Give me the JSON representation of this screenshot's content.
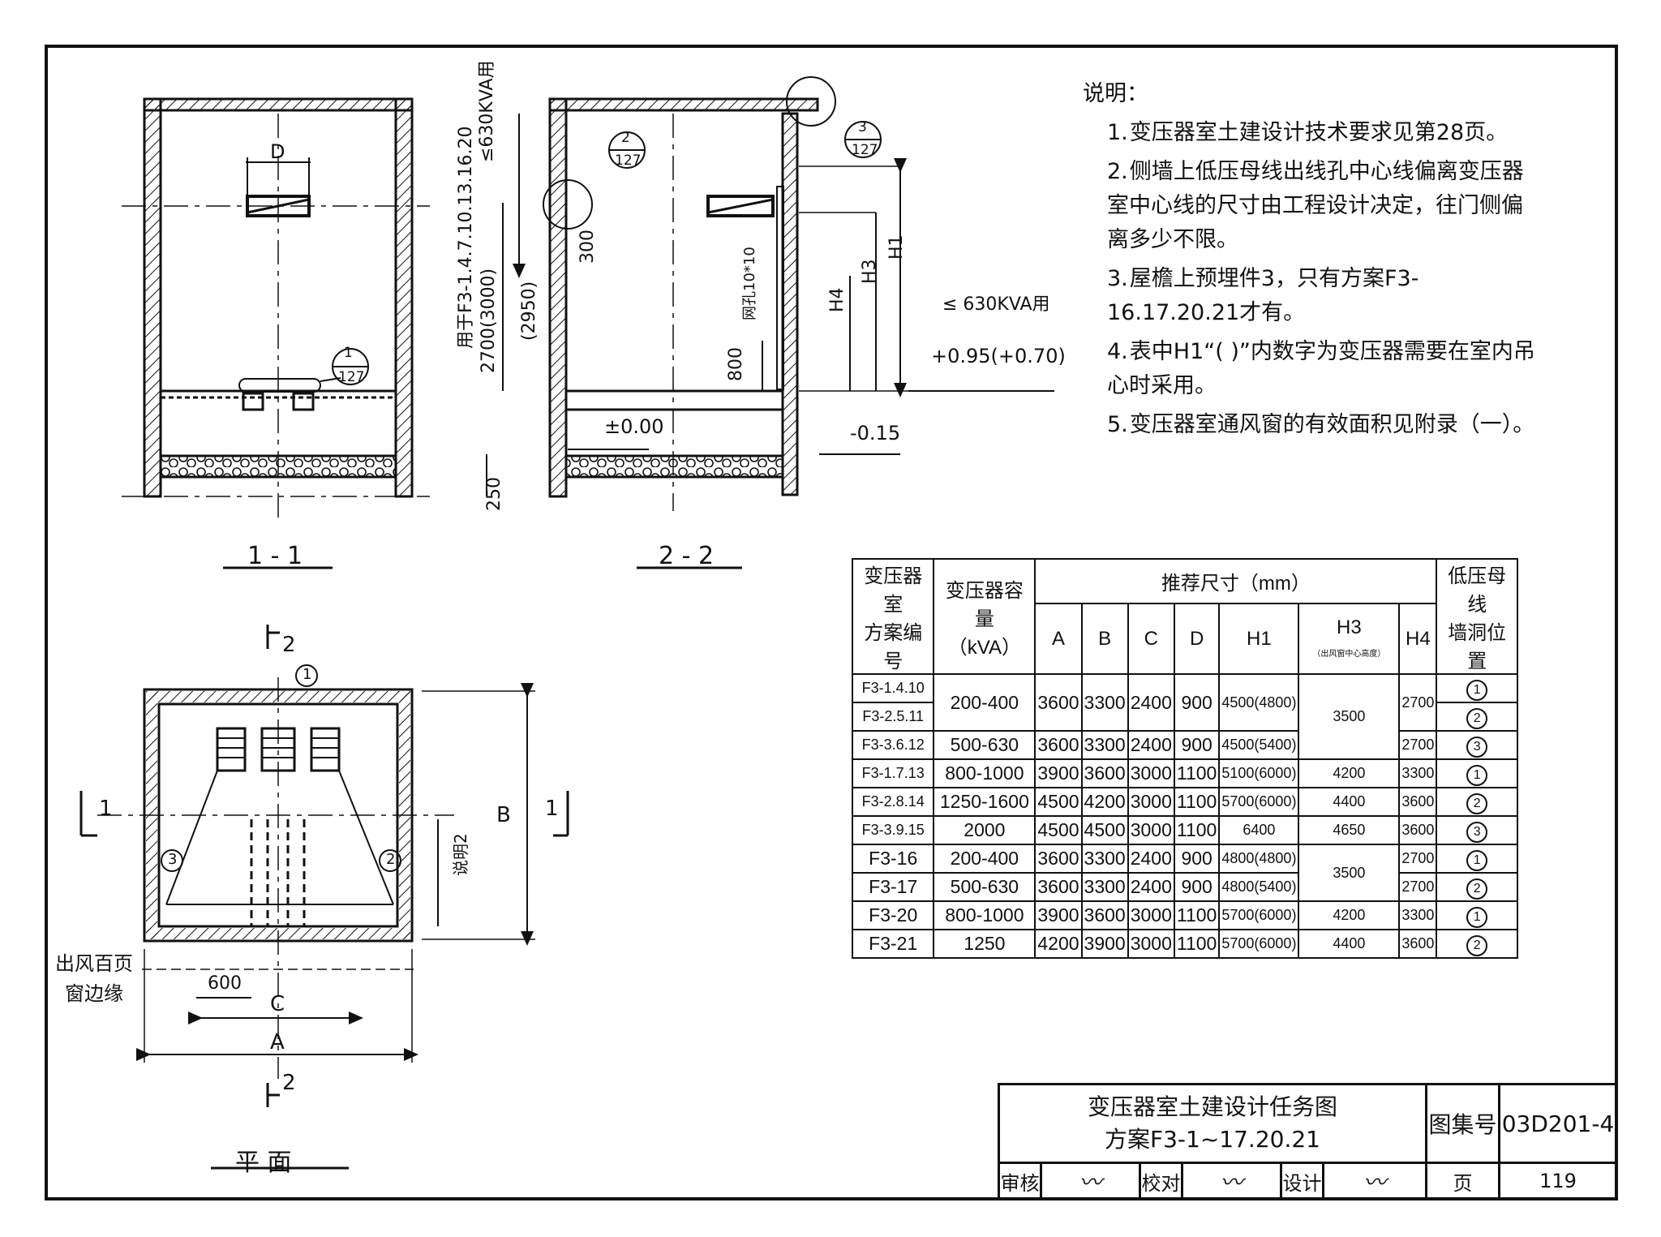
{
  "notes": {
    "heading": "说明：",
    "items": [
      {
        "num": "1.",
        "text": "变压器室土建设计技术要求见第28页。"
      },
      {
        "num": "2.",
        "text": "侧墙上低压母线出线孔中心线偏离变压器室中心线的尺寸由工程设计决定，往门侧偏离多少不限。"
      },
      {
        "num": "3.",
        "text": "屋檐上预埋件3，只有方案F3-16.17.20.21才有。"
      },
      {
        "num": "4.",
        "text": "表中H1“( )”内数字为变压器需要在室内吊心时采用。"
      },
      {
        "num": "5.",
        "text": "变压器室通风窗的有效面积见附录（一）。"
      }
    ]
  },
  "section11": {
    "title": "1 - 1",
    "dim_d": "D",
    "detail_num": "1",
    "detail_page": "127"
  },
  "section22": {
    "title": "2 - 2",
    "note_630": "≤630KVA用",
    "note_used_for": "用于F3-1.4.7.10.13.16.20",
    "dim_2700": "2700(3000)",
    "dim_2950": "(2950)",
    "dim_300": "300",
    "dim_800": "800",
    "dim_250": "250",
    "mesh": "网孔10*10",
    "h1": "H1",
    "h3": "H3",
    "h4": "H4",
    "level_000": "±0.00",
    "level_015": "-0.15",
    "level_095": "+0.95(+0.70)",
    "note_630_right": "≤ 630KVA用",
    "detail2_num": "2",
    "detail2_page": "127",
    "detail3_num": "3",
    "detail3_page": "127"
  },
  "plan": {
    "title": "平  面",
    "cut_1": "1",
    "cut_2": "2",
    "dim_a": "A",
    "dim_b": "B",
    "dim_c": "C",
    "dim_600": "600",
    "note2": "说明2",
    "outlet_label_1": "出风百页",
    "outlet_label_2": "窗边缘",
    "pos1": "1",
    "pos2": "2",
    "pos3": "3"
  },
  "table": {
    "headers": {
      "scheme": [
        "变压器室",
        "方案编号"
      ],
      "capacity": [
        "变压器容量",
        "（kVA）"
      ],
      "recommended": "推荐尺寸（mm）",
      "cols": [
        "A",
        "B",
        "C",
        "D",
        "H1",
        "H3",
        "H4"
      ],
      "h3_note": "（出风窗中心高度）",
      "lv": [
        "低压母线",
        "墙洞位置"
      ]
    },
    "rows": [
      {
        "scheme": "F3-1.4.10",
        "kva": "200-400",
        "a": "3600",
        "b": "3300",
        "c": "2400",
        "d": "900",
        "h1": "4500(4800)",
        "h3": "3500",
        "h4": "2700",
        "pos": "1"
      },
      {
        "scheme": "F3-2.5.11",
        "kva": "",
        "a": "",
        "b": "",
        "c": "",
        "d": "",
        "h1": "",
        "h3": "",
        "h4": "",
        "pos": "2"
      },
      {
        "scheme": "F3-3.6.12",
        "kva": "500-630",
        "a": "3600",
        "b": "3300",
        "c": "2400",
        "d": "900",
        "h1": "4500(5400)",
        "h3": "",
        "h4": "2700",
        "pos": "3"
      },
      {
        "scheme": "F3-1.7.13",
        "kva": "800-1000",
        "a": "3900",
        "b": "3600",
        "c": "3000",
        "d": "1100",
        "h1": "5100(6000)",
        "h3": "4200",
        "h4": "3300",
        "pos": "1"
      },
      {
        "scheme": "F3-2.8.14",
        "kva": "1250-1600",
        "a": "4500",
        "b": "4200",
        "c": "3000",
        "d": "1100",
        "h1": "5700(6000)",
        "h3": "4400",
        "h4": "3600",
        "pos": "2"
      },
      {
        "scheme": "F3-3.9.15",
        "kva": "2000",
        "a": "4500",
        "b": "4500",
        "c": "3000",
        "d": "1100",
        "h1": "6400",
        "h3": "4650",
        "h4": "3600",
        "pos": "3"
      },
      {
        "scheme": "F3-16",
        "kva": "200-400",
        "a": "3600",
        "b": "3300",
        "c": "2400",
        "d": "900",
        "h1": "4800(4800)",
        "h3": "3500",
        "h4": "2700",
        "pos": "1"
      },
      {
        "scheme": "F3-17",
        "kva": "500-630",
        "a": "3600",
        "b": "3300",
        "c": "2400",
        "d": "900",
        "h1": "4800(5400)",
        "h3": "",
        "h4": "2700",
        "pos": "2"
      },
      {
        "scheme": "F3-20",
        "kva": "800-1000",
        "a": "3900",
        "b": "3600",
        "c": "3000",
        "d": "1100",
        "h1": "5700(6000)",
        "h3": "4200",
        "h4": "3300",
        "pos": "1"
      },
      {
        "scheme": "F3-21",
        "kva": "1250",
        "a": "4200",
        "b": "3900",
        "c": "3000",
        "d": "1100",
        "h1": "5700(6000)",
        "h3": "4400",
        "h4": "3600",
        "pos": "2"
      }
    ]
  },
  "titleblock": {
    "title_line1": "变压器室土建设计任务图",
    "title_line2": "方案F3-1~17.20.21",
    "atlas_label": "图集号",
    "atlas_no": "03D201-4",
    "page_label": "页",
    "page_no": "119",
    "review_label": "审核",
    "check_label": "校对",
    "design_label": "设计"
  }
}
